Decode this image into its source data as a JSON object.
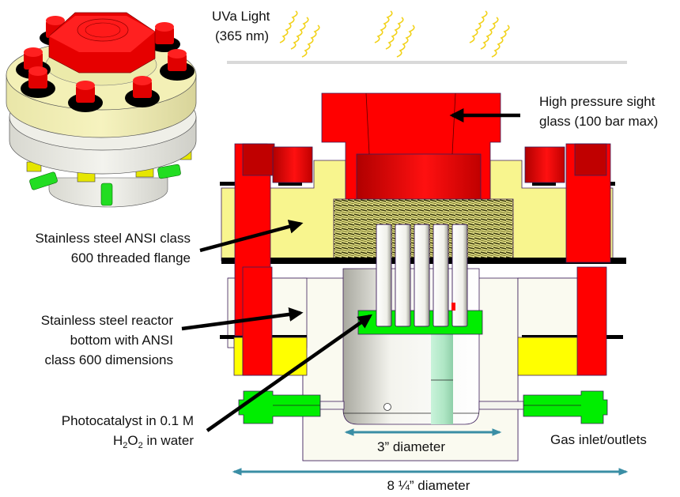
{
  "light": {
    "line1": "UVa Light",
    "line2": "(365 nm)",
    "wave_color": "#f2d21b",
    "window_color": "#d9d9d9"
  },
  "labels": {
    "sight_glass": [
      "High pressure sight",
      "glass (100 bar max)"
    ],
    "flange": [
      "Stainless steel ANSI class",
      "600 threaded flange"
    ],
    "reactor_bottom": [
      "Stainless steel reactor",
      "bottom with ANSI",
      "class 600 dimensions"
    ],
    "photocatalyst": {
      "line1": "Photocatalyst in 0.1 M",
      "line2_pre": "H",
      "sub1": "2",
      "mid": "O",
      "sub2": "2",
      "line2_post": " in water"
    },
    "gas": "Gas inlet/outlets"
  },
  "dimensions": {
    "inner": "3” diameter",
    "outer": "8 ¼” diameter",
    "arrow_color": "#3a8ea5"
  },
  "colors": {
    "red": "#ff0000",
    "flange_yellow": "#f8f58e",
    "nut_yellow": "#ffff00",
    "body_cream": "#fafaf0",
    "fitting_green": "#00ee00",
    "tube_mint": "#b8ecce",
    "outline": "#3c1d5a"
  }
}
